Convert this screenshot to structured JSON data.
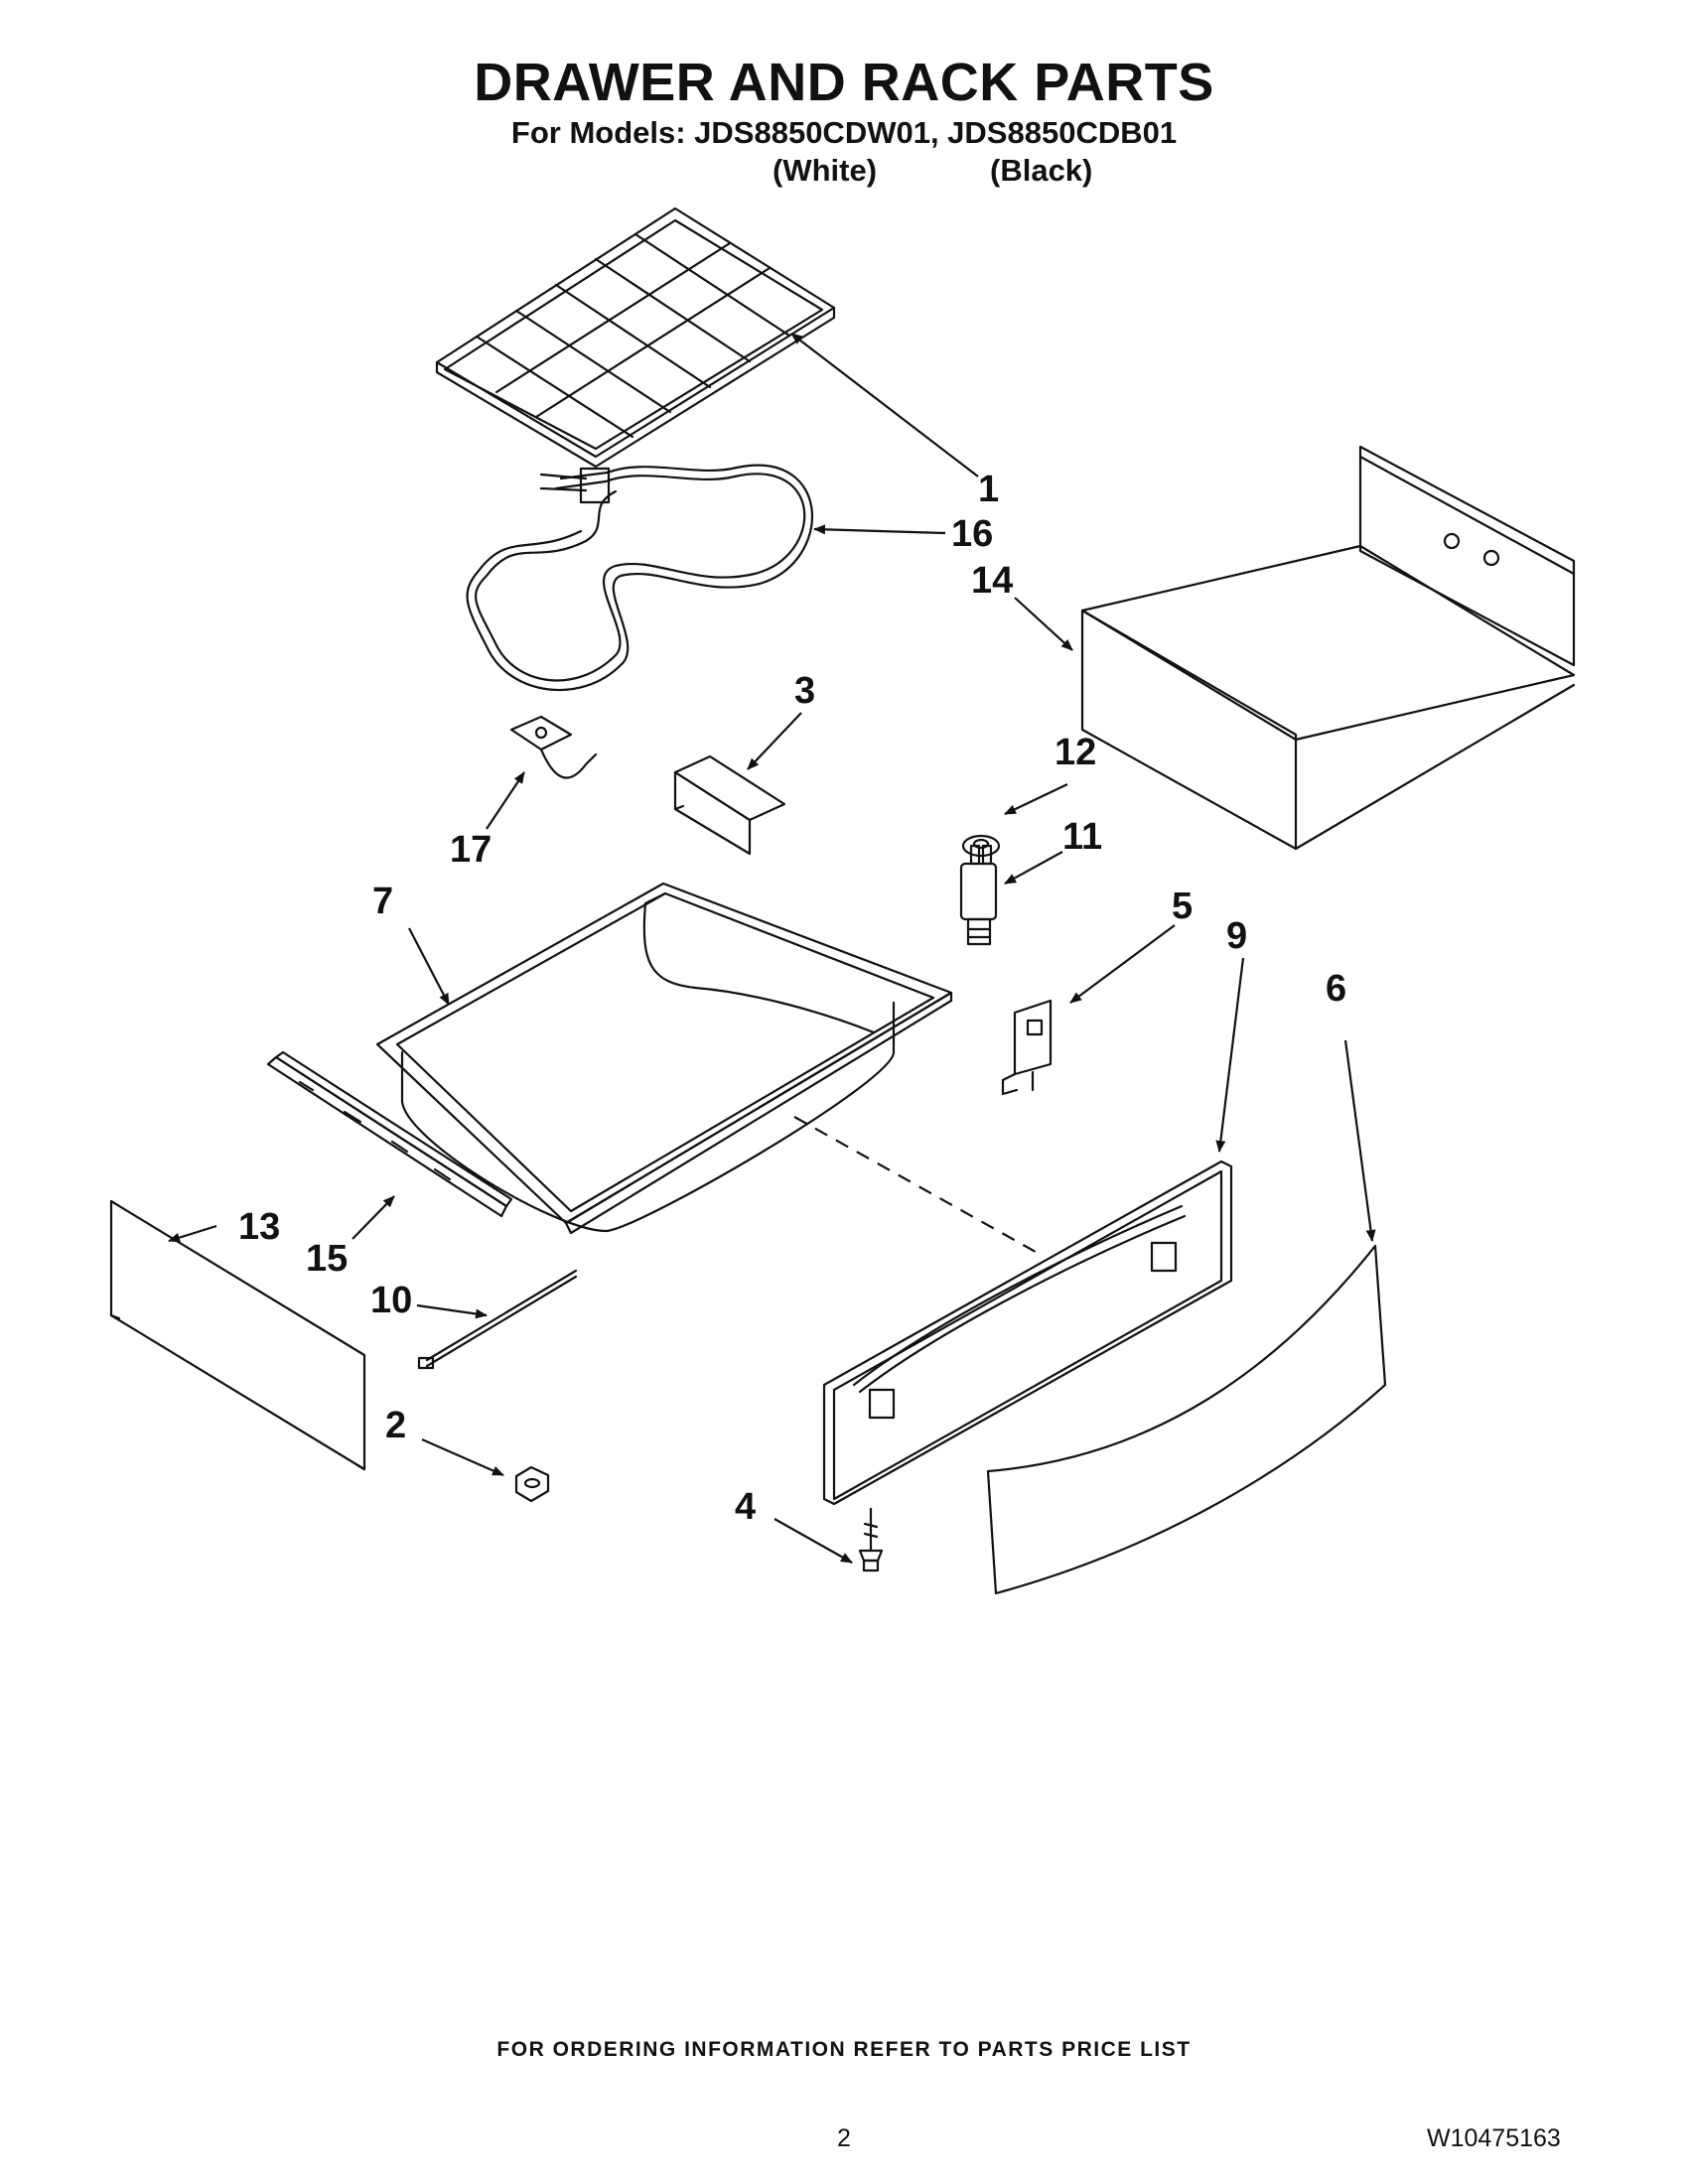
{
  "header": {
    "title": "DRAWER AND RACK PARTS",
    "models_line": "For Models: JDS8850CDW01, JDS8850CDB01",
    "variant_white": "(White)",
    "variant_black": "(Black)"
  },
  "callouts": {
    "p1": "1",
    "p2": "2",
    "p3": "3",
    "p4": "4",
    "p5": "5",
    "p6": "6",
    "p7": "7",
    "p9": "9",
    "p10": "10",
    "p11": "11",
    "p12": "12",
    "p13": "13",
    "p14": "14",
    "p15": "15",
    "p16": "16",
    "p17": "17"
  },
  "footer": {
    "ordering_note": "FOR ORDERING INFORMATION REFER TO PARTS PRICE LIST",
    "page_number": "2",
    "doc_number": "W10475163"
  }
}
